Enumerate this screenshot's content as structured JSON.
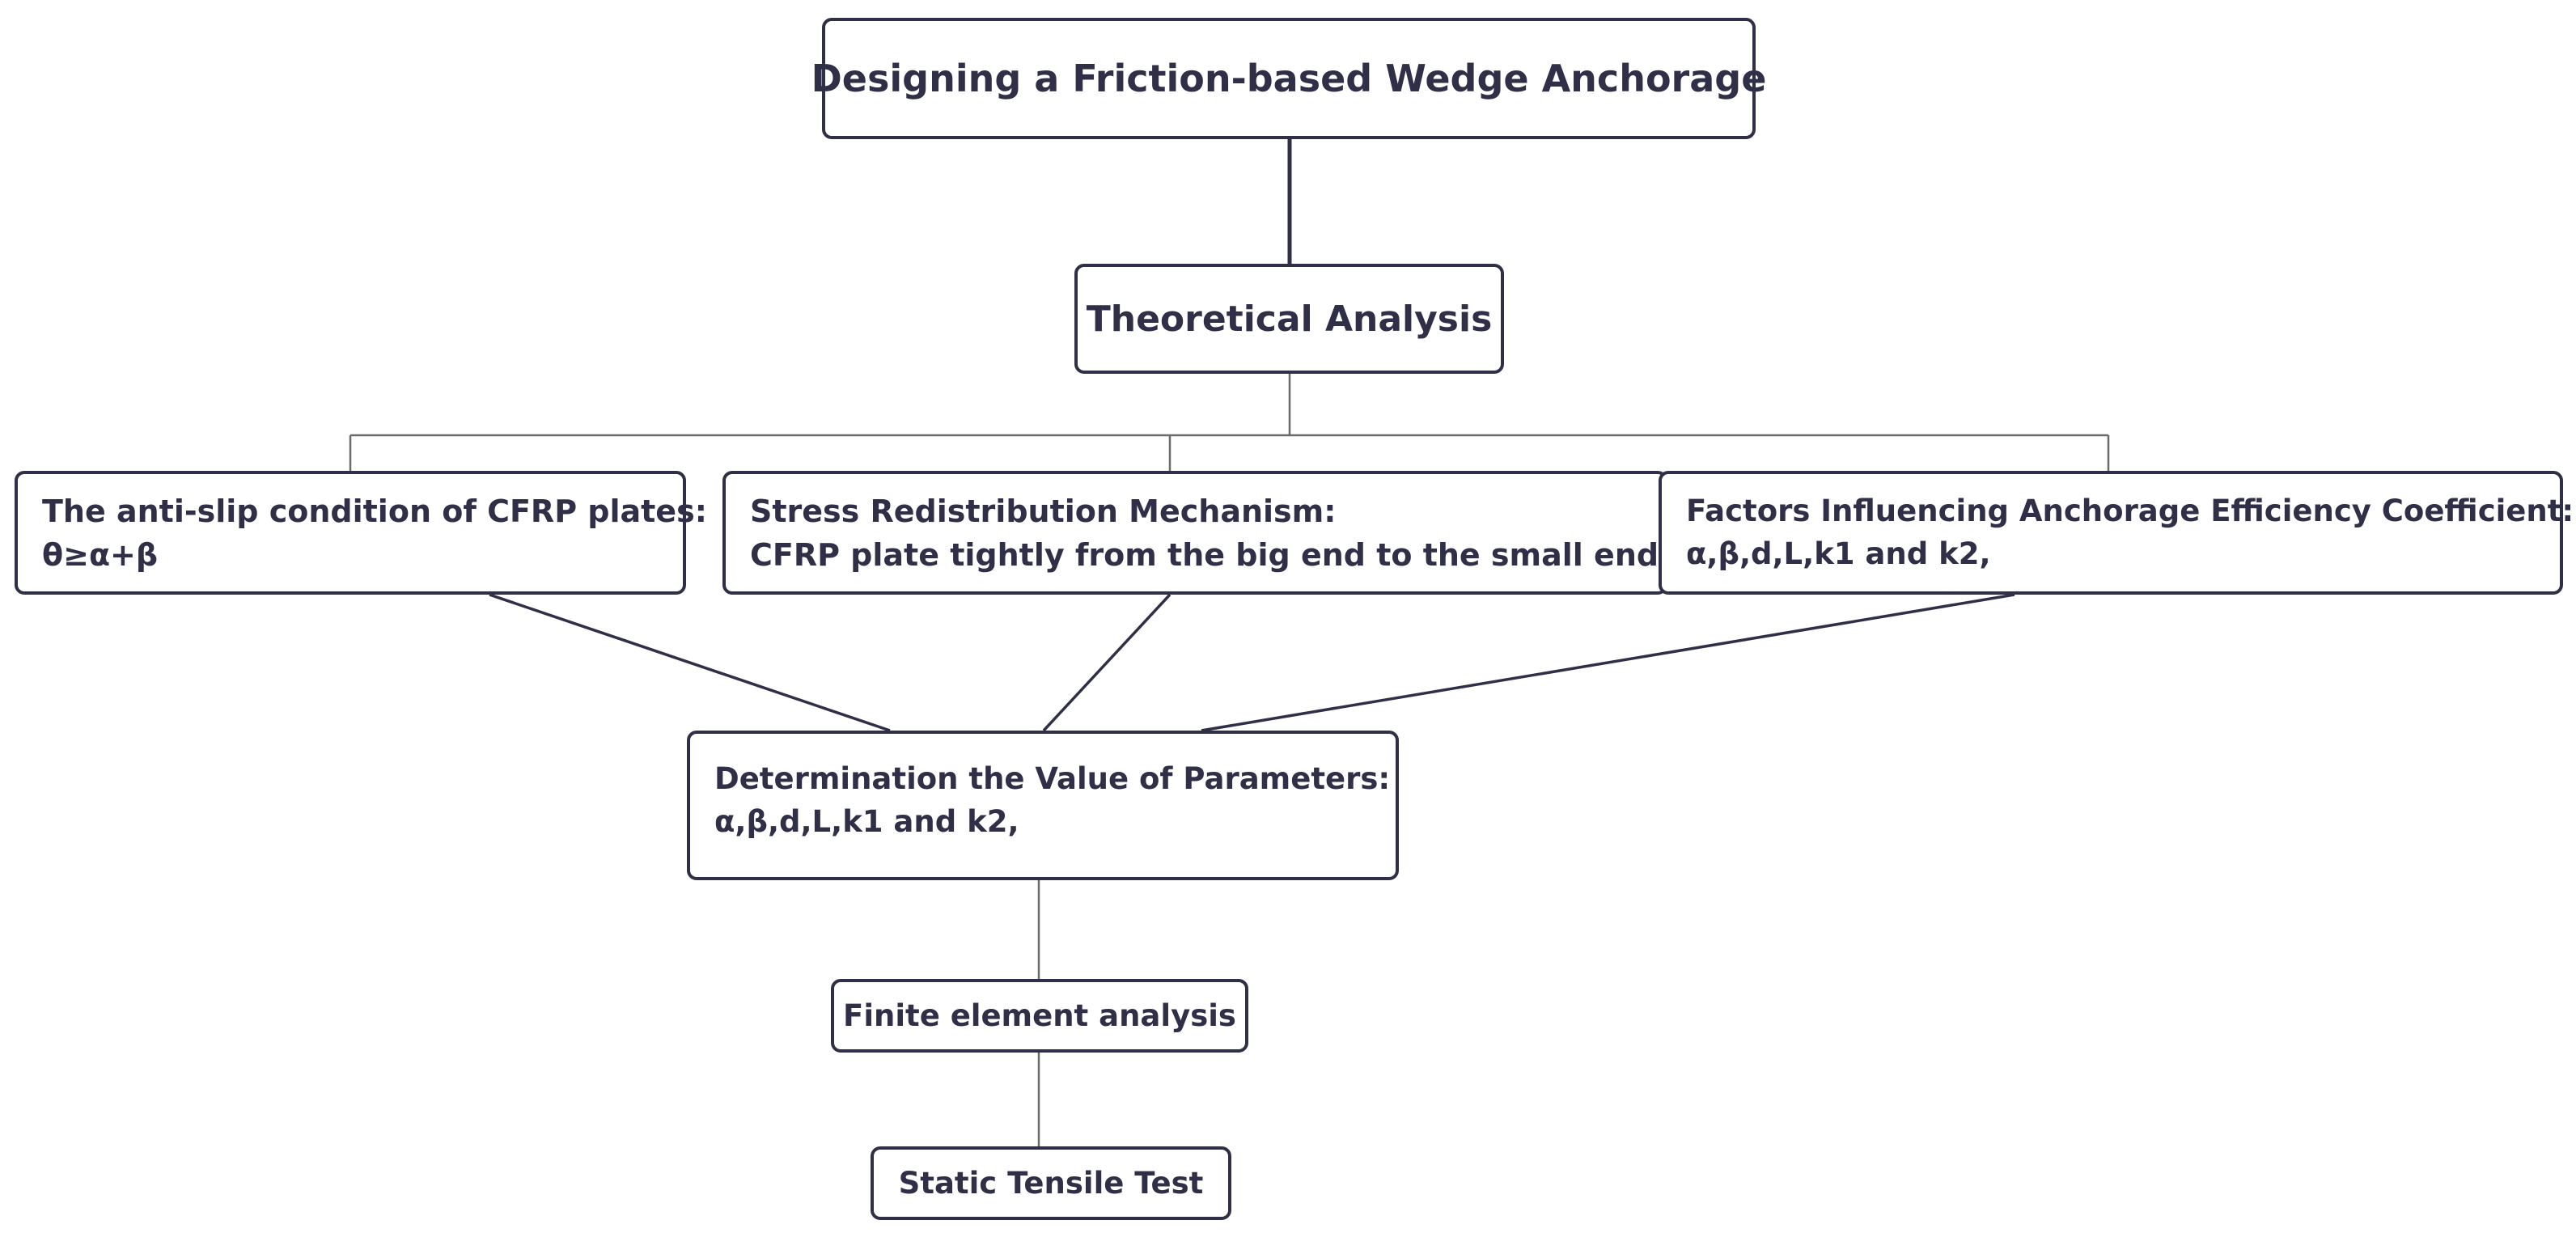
{
  "diagram": {
    "root": {
      "label": "Designing a Friction-based Wedge Anchorage"
    },
    "theory": {
      "label": "Theoretical Analysis"
    },
    "branches": [
      {
        "line1": "The anti-slip condition of CFRP plates:",
        "line2": "θ≥α+β"
      },
      {
        "line1": "Stress Redistribution Mechanism:",
        "line2": "CFRP plate tightly from the big end to the small end"
      },
      {
        "line1": "Factors Influencing Anchorage Efficiency Coefficient:",
        "line2": "α,β,d,L,k1 and k2,"
      }
    ],
    "parameters": {
      "line1": "Determination the Value of  Parameters:",
      "line2": "α,β,d,L,k1 and k2,"
    },
    "fea": {
      "label": "Finite element analysis"
    },
    "test": {
      "label": "Static Tensile Test"
    }
  },
  "colors": {
    "box_border": "#2f3047",
    "text": "#2f3047",
    "connector_main": "#2f3047",
    "connector_thin": "#6b6b6b",
    "background": "#ffffff"
  }
}
